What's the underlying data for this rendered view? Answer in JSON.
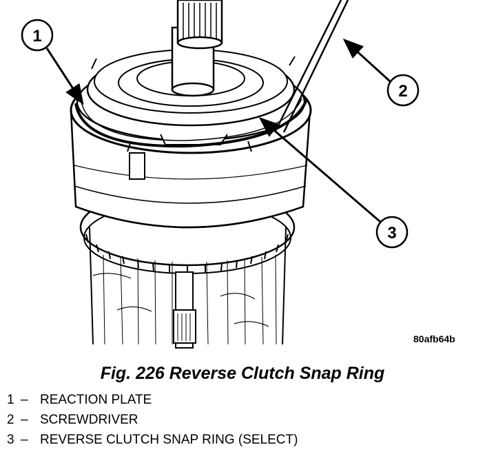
{
  "figure": {
    "code": "80afb64b",
    "caption": "Fig. 226 Reverse Clutch Snap Ring"
  },
  "callouts": [
    {
      "number": "1",
      "label": "REACTION PLATE"
    },
    {
      "number": "2",
      "label": "SCREWDRIVER"
    },
    {
      "number": "3",
      "label": "REVERSE CLUTCH SNAP RING (SELECT)"
    }
  ],
  "legend_separator": "–",
  "colors": {
    "ink": "#000000",
    "paper": "#ffffff"
  }
}
